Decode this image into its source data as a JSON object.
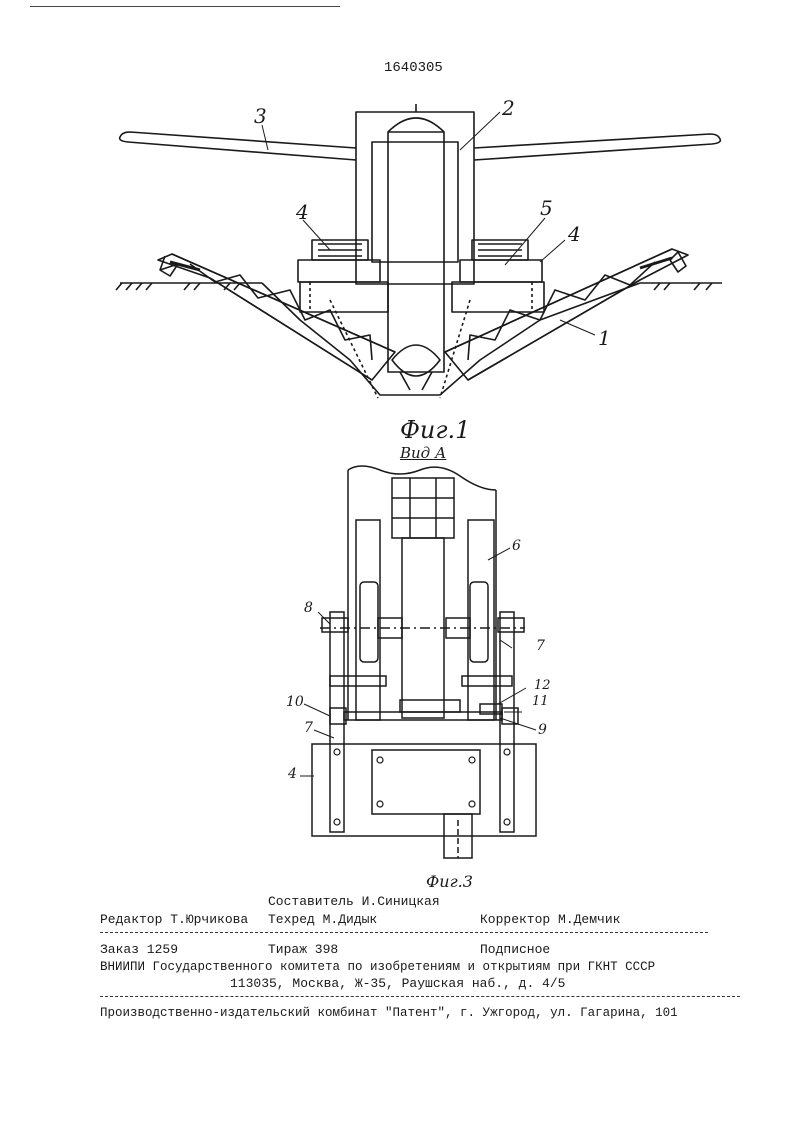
{
  "patent_number": "1640305",
  "fig1": {
    "caption": "Фиг.1",
    "labels": [
      "1",
      "2",
      "3",
      "4",
      "4",
      "5"
    ]
  },
  "fig3": {
    "view_label": "Вид А",
    "caption": "Фиг.3",
    "labels": [
      "4",
      "6",
      "7",
      "7",
      "8",
      "9",
      "10",
      "11",
      "12"
    ]
  },
  "imprint": {
    "compiler": "Составитель И.Синицкая",
    "editor": "Редактор Т.Юрчикова",
    "techred": "Техред М.Дидык",
    "corrector": "Корректор М.Демчик",
    "order": "Заказ 1259",
    "circulation": "Тираж 398",
    "subscription": "Подписное",
    "org_line": "ВНИИПИ Государственного комитета по изобретениям и открытиям при ГКНТ СССР",
    "address_line": "113035, Москва, Ж-35, Раушская наб., д. 4/5",
    "printer_line": "Производственно-издательский комбинат \"Патент\", г. Ужгород, ул. Гагарина, 101"
  }
}
